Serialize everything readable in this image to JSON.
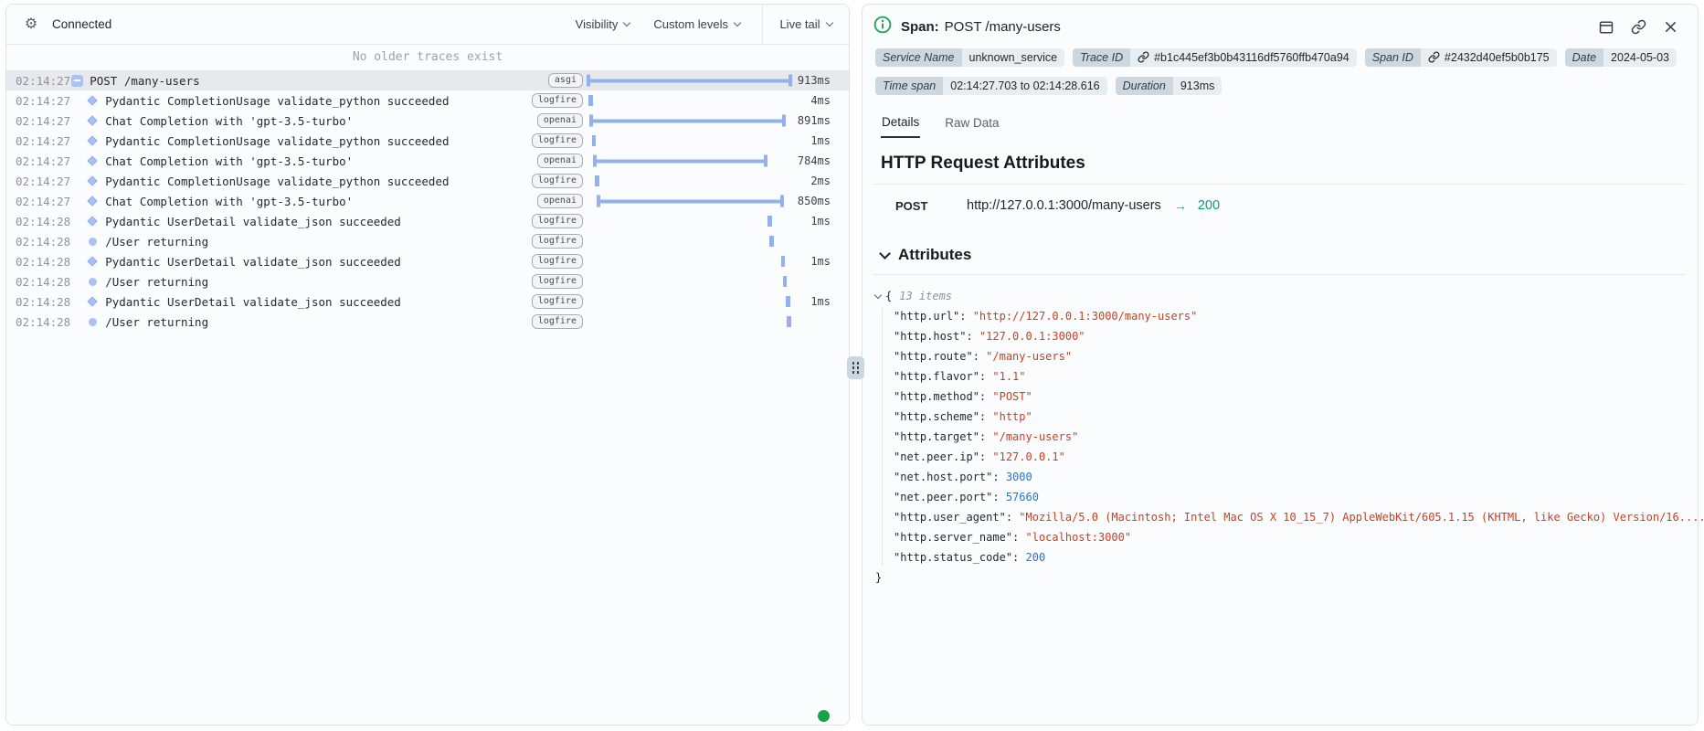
{
  "colors": {
    "bar_blue": "#92b2ee",
    "live_dot_green": "#18a24b",
    "info_green": "#1ea455",
    "status_teal": "#11997e",
    "json_string_red": "#c8401f",
    "json_number_blue": "#2277cc",
    "selected_row_bg": "#e7e9ec"
  },
  "left_panel": {
    "header": {
      "gear_icon": "settings-gear-icon",
      "connected_label": "Connected",
      "visibility": "Visibility",
      "custom_levels": "Custom levels",
      "live_tail": "Live tail"
    },
    "empty_notice": "No older traces exist",
    "rows": [
      {
        "time": "02:14:27",
        "icon": "collapse-minus",
        "label": "POST /many-users",
        "tag": "asgi",
        "duration": "913ms",
        "selected": true,
        "bar": {
          "type": "span",
          "start_pct": 0,
          "width_pct": 100
        }
      },
      {
        "time": "02:14:27",
        "icon": "diamond",
        "label": "Pydantic CompletionUsage validate_python succeeded",
        "tag": "logfire",
        "duration": "4ms",
        "selected": false,
        "bar": {
          "type": "tick",
          "start_pct": 1.0
        }
      },
      {
        "time": "02:14:27",
        "icon": "diamond",
        "label": "Chat Completion with 'gpt-3.5-turbo'",
        "tag": "openai",
        "duration": "891ms",
        "selected": false,
        "bar": {
          "type": "span",
          "start_pct": 1.5,
          "width_pct": 95.5
        }
      },
      {
        "time": "02:14:27",
        "icon": "diamond",
        "label": "Pydantic CompletionUsage validate_python succeeded",
        "tag": "logfire",
        "duration": "1ms",
        "selected": false,
        "bar": {
          "type": "tick",
          "start_pct": 2.5
        }
      },
      {
        "time": "02:14:27",
        "icon": "diamond",
        "label": "Chat Completion with 'gpt-3.5-turbo'",
        "tag": "openai",
        "duration": "784ms",
        "selected": false,
        "bar": {
          "type": "span",
          "start_pct": 3.0,
          "width_pct": 85.0
        }
      },
      {
        "time": "02:14:27",
        "icon": "diamond",
        "label": "Pydantic CompletionUsage validate_python succeeded",
        "tag": "logfire",
        "duration": "2ms",
        "selected": false,
        "bar": {
          "type": "tick",
          "start_pct": 4.0
        }
      },
      {
        "time": "02:14:27",
        "icon": "diamond",
        "label": "Chat Completion with 'gpt-3.5-turbo'",
        "tag": "openai",
        "duration": "850ms",
        "selected": false,
        "bar": {
          "type": "span",
          "start_pct": 5.0,
          "width_pct": 91.0
        }
      },
      {
        "time": "02:14:28",
        "icon": "diamond",
        "label": "Pydantic UserDetail validate_json succeeded",
        "tag": "logfire",
        "duration": "1ms",
        "selected": false,
        "bar": {
          "type": "tick",
          "start_pct": 88
        }
      },
      {
        "time": "02:14:28",
        "icon": "circle",
        "label": "/User returning",
        "tag": "logfire",
        "duration": "",
        "selected": false,
        "bar": {
          "type": "tick",
          "start_pct": 89
        }
      },
      {
        "time": "02:14:28",
        "icon": "diamond",
        "label": "Pydantic UserDetail validate_json succeeded",
        "tag": "logfire",
        "duration": "1ms",
        "selected": false,
        "bar": {
          "type": "tick",
          "start_pct": 94.5
        }
      },
      {
        "time": "02:14:28",
        "icon": "circle",
        "label": "/User returning",
        "tag": "logfire",
        "duration": "",
        "selected": false,
        "bar": {
          "type": "tick",
          "start_pct": 95.5
        }
      },
      {
        "time": "02:14:28",
        "icon": "diamond",
        "label": "Pydantic UserDetail validate_json succeeded",
        "tag": "logfire",
        "duration": "1ms",
        "selected": false,
        "bar": {
          "type": "tick",
          "start_pct": 97
        }
      },
      {
        "time": "02:14:28",
        "icon": "circle",
        "label": "/User returning",
        "tag": "logfire",
        "duration": "",
        "selected": false,
        "bar": {
          "type": "tick",
          "start_pct": 97.5
        }
      }
    ]
  },
  "right_panel": {
    "span_label": "Span:",
    "span_title": "POST /many-users",
    "badge_rows": [
      [
        {
          "label": "Service Name",
          "value": "unknown_service",
          "link_icon": false
        },
        {
          "label": "Trace ID",
          "value": "#b1c445ef3b0b43116df5760ffb470a94",
          "link_icon": true
        },
        {
          "label": "Span ID",
          "value": "#2432d40ef5b0b175",
          "link_icon": true
        },
        {
          "label": "Date",
          "value": "2024-05-03",
          "link_icon": false
        }
      ],
      [
        {
          "label": "Time span",
          "value": "02:14:27.703 to 02:14:28.616",
          "link_icon": false
        },
        {
          "label": "Duration",
          "value": "913ms",
          "link_icon": false
        }
      ]
    ],
    "tabs": [
      {
        "label": "Details",
        "active": true
      },
      {
        "label": "Raw Data",
        "active": false
      }
    ],
    "section_title": "HTTP Request Attributes",
    "request": {
      "method": "POST",
      "url": "http://127.0.0.1:3000/many-users",
      "arrow": "→",
      "status_code": "200"
    },
    "attributes": {
      "title": "Attributes",
      "open_brace": "{",
      "items_label": "13 items",
      "close_brace": "}",
      "entries": [
        {
          "key": "http.url",
          "value": "http://127.0.0.1:3000/many-users",
          "type": "string"
        },
        {
          "key": "http.host",
          "value": "127.0.0.1:3000",
          "type": "string"
        },
        {
          "key": "http.route",
          "value": "/many-users",
          "type": "string"
        },
        {
          "key": "http.flavor",
          "value": "1.1",
          "type": "string"
        },
        {
          "key": "http.method",
          "value": "POST",
          "type": "string"
        },
        {
          "key": "http.scheme",
          "value": "http",
          "type": "string"
        },
        {
          "key": "http.target",
          "value": "/many-users",
          "type": "string"
        },
        {
          "key": "net.peer.ip",
          "value": "127.0.0.1",
          "type": "string"
        },
        {
          "key": "net.host.port",
          "value": "3000",
          "type": "number"
        },
        {
          "key": "net.peer.port",
          "value": "57660",
          "type": "number"
        },
        {
          "key": "http.user_agent",
          "value": "Mozilla/5.0 (Macintosh; Intel Mac OS X 10_15_7) AppleWebKit/605.1.15 (KHTML, like Gecko) Version/16....",
          "type": "string"
        },
        {
          "key": "http.server_name",
          "value": "localhost:3000",
          "type": "string"
        },
        {
          "key": "http.status_code",
          "value": "200",
          "type": "number"
        }
      ]
    }
  }
}
